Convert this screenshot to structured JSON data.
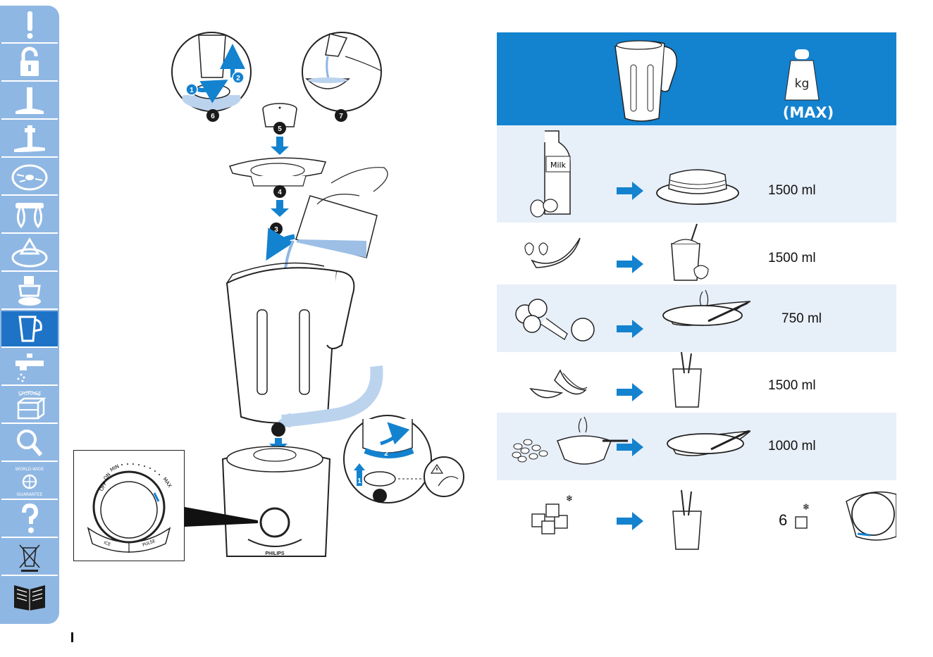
{
  "sidebar": {
    "tabs": [
      {
        "name": "warning-tab",
        "icon": "exclamation-icon",
        "active": false
      },
      {
        "name": "unlock-tab",
        "icon": "open-padlock-icon",
        "active": false
      },
      {
        "name": "kneading-blade-tab",
        "icon": "kneading-blade-icon",
        "active": false
      },
      {
        "name": "chopping-blade-tab",
        "icon": "chopping-blade-icon",
        "active": false
      },
      {
        "name": "disc-tab",
        "icon": "slicing-disc-icon",
        "active": false
      },
      {
        "name": "whisk-tab",
        "icon": "whisk-icon",
        "active": false
      },
      {
        "name": "citrus-press-tab",
        "icon": "citrus-press-icon",
        "active": false
      },
      {
        "name": "juicer-tab",
        "icon": "juicer-icon",
        "active": false
      },
      {
        "name": "blender-tab",
        "icon": "blender-jar-icon",
        "active": true
      },
      {
        "name": "cleaning-tab",
        "icon": "tap-icon",
        "active": false
      },
      {
        "name": "storage-tab",
        "icon": "storage-box-icon",
        "active": false,
        "text": "STORAGE"
      },
      {
        "name": "troubleshooting-tab",
        "icon": "magnifier-icon",
        "active": false
      },
      {
        "name": "guarantee-tab",
        "icon": "globe-icon",
        "active": false,
        "text": "WORLD-WIDE GUARANTEE"
      },
      {
        "name": "faq-tab",
        "icon": "question-mark-icon",
        "active": false
      },
      {
        "name": "disposal-tab",
        "icon": "crossed-bin-icon",
        "active": false
      },
      {
        "name": "manual-tab",
        "icon": "book-icon",
        "active": false
      }
    ]
  },
  "illustration": {
    "steps": [
      "1",
      "2",
      "3",
      "4",
      "5",
      "6",
      "7"
    ],
    "twist_arrows": [
      "1",
      "2"
    ],
    "label_milk": "Milk",
    "dial": {
      "off_label": "OFF",
      "on_label": "ON",
      "min_label": "MIN",
      "max_label": "MAX",
      "ice_label": "ICE",
      "pulse_label": "PULSE"
    },
    "brand": "PHILIPS"
  },
  "table": {
    "header": {
      "jar_icon": "blender-jar-icon",
      "weight_icon": "weight-icon",
      "weight_text": "kg",
      "max_label": "(MAX)"
    },
    "colors": {
      "header_bg": "#1382cf",
      "row_shade": "#e7eff9",
      "arrow": "#1382cf"
    },
    "rows": [
      {
        "ingredients": "milk-and-eggs-icon",
        "result": "pancakes-icon",
        "quantity": "1500 ml",
        "shaded": true
      },
      {
        "ingredients": "strawberries-and-banana-icon",
        "result": "milkshake-icon",
        "quantity": "1500 ml",
        "shaded": false
      },
      {
        "ingredients": "broccoli-and-tomato-icon",
        "result": "soup-bowl-icon",
        "quantity": "750 ml",
        "shaded": true
      },
      {
        "ingredients": "melon-and-banana-icon",
        "result": "drink-glass-icon",
        "quantity": "1500 ml",
        "shaded": false
      },
      {
        "ingredients": "beans-and-pot-icon",
        "result": "bowl-and-spoon-icon",
        "quantity": "1000 ml",
        "shaded": true
      },
      {
        "ingredients": "ice-cubes-icon",
        "result": "iced-drink-icon",
        "quantity": "6",
        "shaded": false,
        "extra": "dial-ice-setting-icon"
      }
    ]
  }
}
